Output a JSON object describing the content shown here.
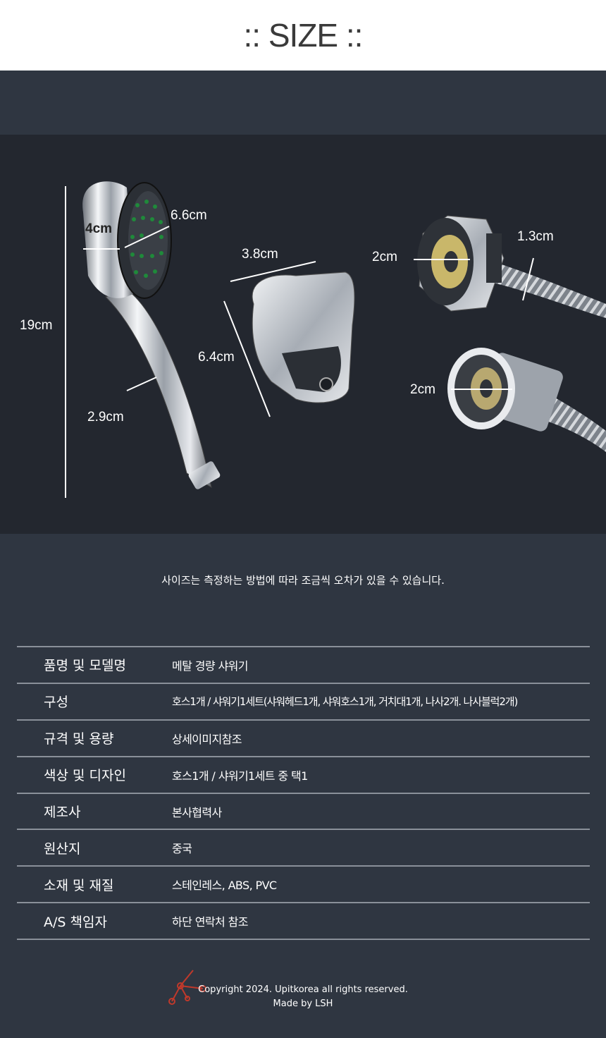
{
  "header": {
    "title": ":: SIZE ::"
  },
  "dimensions": {
    "head_length": "19cm",
    "head_inner": "4cm",
    "head_diameter": "6.6cm",
    "handle_width": "2.9cm",
    "holder_width": "3.8cm",
    "holder_height": "6.4cm",
    "nut_diameter": "2cm",
    "nut_length": "1.3cm",
    "hose_end_diameter": "2cm"
  },
  "note": "사이즈는 측정하는 방법에 따라 조금씩 오차가 있을 수 있습니다.",
  "specs": [
    {
      "label": "품명 및 모델명",
      "value": "메탈 경량 샤워기"
    },
    {
      "label": "구성",
      "value": "호스1개 / 샤워기1세트(샤워헤드1개, 샤워호스1개, 거치대1개, 나사2개. 나사블럭2개)"
    },
    {
      "label": "규격 및 용량",
      "value": "상세이미지참조"
    },
    {
      "label": "색상 및 디자인",
      "value": "호스1개 / 샤워기1세트 중 택1"
    },
    {
      "label": "제조사",
      "value": "본사협력사"
    },
    {
      "label": "원산지",
      "value": "중국"
    },
    {
      "label": "소재 및 재질",
      "value": "스테인레스, ABS, PVC"
    },
    {
      "label": "A/S 책임자",
      "value": "하단 연락처 참조"
    }
  ],
  "footer": {
    "copyright": "Copyright 2024. Upitkorea all rights reserved.",
    "made_by": "Made by LSH"
  },
  "colors": {
    "background": "#2f3641",
    "photo_background": "#23272f",
    "title_bar": "#ffffff",
    "divider": "#8a9099",
    "nozzle": "#1f8a3a",
    "logo": "#c0392b"
  }
}
